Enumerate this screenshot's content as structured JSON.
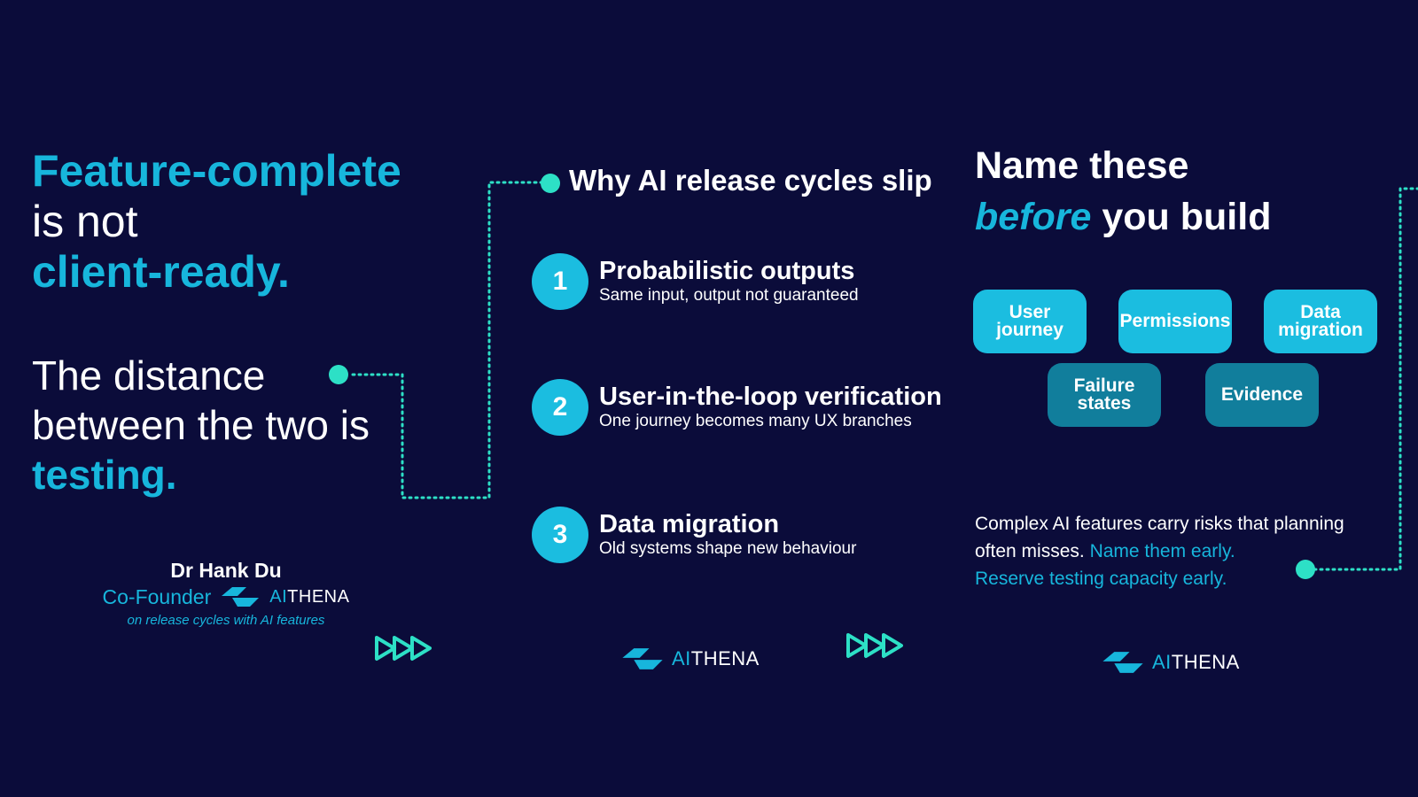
{
  "left": {
    "headline": [
      "Feature-complete",
      "is not",
      "client-ready."
    ],
    "distance": [
      "The distance",
      "between the two is",
      "testing."
    ],
    "author_name": "Dr Hank Du",
    "author_role": "Co-Founder",
    "author_tagline": "on release cycles with AI features"
  },
  "brand": {
    "ai": "AI",
    "rest": "THENA"
  },
  "middle": {
    "title": "Why AI release cycles slip",
    "steps": [
      {
        "num": "1",
        "title": "Probabilistic outputs",
        "sub": "Same input, output not guaranteed"
      },
      {
        "num": "2",
        "title": "User-in-the-loop verification",
        "sub": "One journey becomes many UX branches"
      },
      {
        "num": "3",
        "title": "Data migration",
        "sub": "Old systems shape new behaviour"
      }
    ]
  },
  "right": {
    "title_line1": "Name these",
    "title_em": "before",
    "title_rest": " you build",
    "chips": [
      "User journey",
      "Permissions",
      "Data migration",
      "Failure states",
      "Evidence"
    ],
    "body_plain": "Complex AI features carry risks that planning often misses. ",
    "body_cyan1": "Name them early.",
    "body_cyan2": "Reserve testing capacity early."
  },
  "colors": {
    "background": "#0b0c3a",
    "accent": "#17b6dc",
    "chip_light": "#1bbde0",
    "chip_dark": "#117e9c",
    "connector": "#2de0c6"
  },
  "icons": [
    "aithena-logo-icon",
    "triple-arrow-icon",
    "connector-dot-icon"
  ]
}
